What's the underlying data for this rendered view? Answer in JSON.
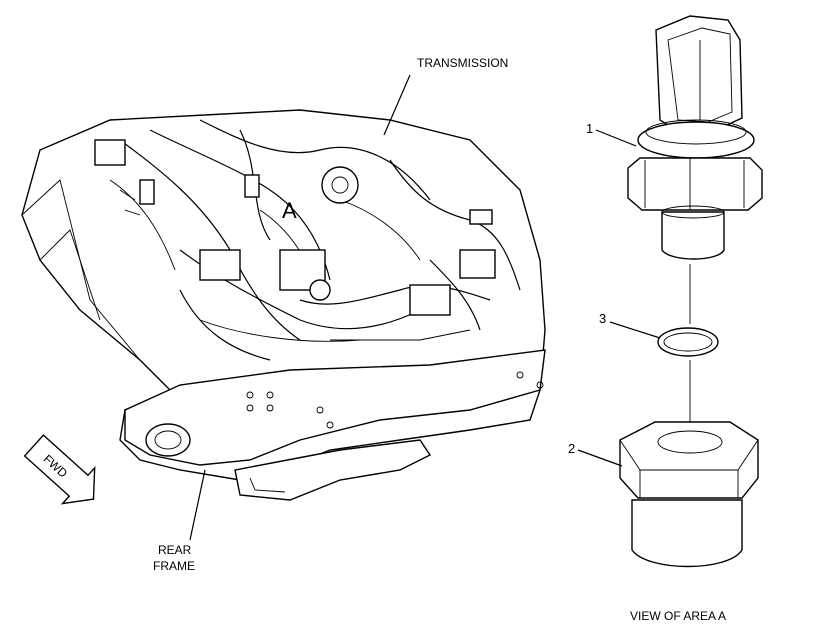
{
  "labels": {
    "transmission": "TRANSMISSION",
    "rear_frame_line1": "REAR",
    "rear_frame_line2": "FRAME",
    "area_marker": "A",
    "fwd": "FWD",
    "view_caption": "VIEW OF AREA A"
  },
  "callouts": {
    "sensor": "1",
    "adapter": "2",
    "o_ring": "3"
  }
}
